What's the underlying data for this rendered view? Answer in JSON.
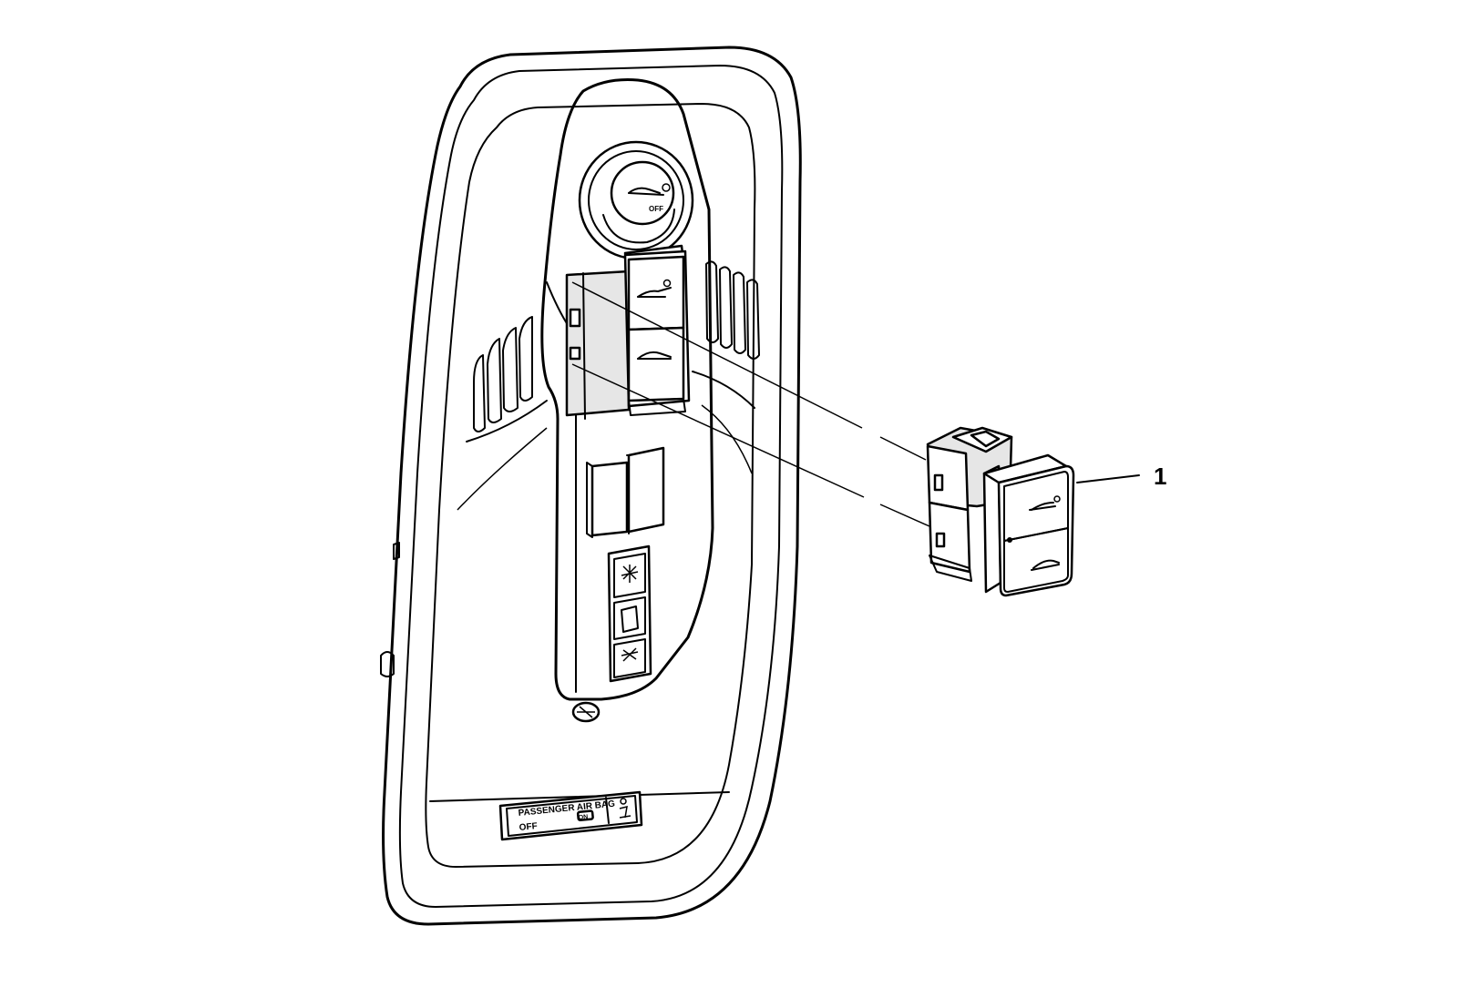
{
  "callouts": [
    {
      "id": "1",
      "label": "1"
    }
  ],
  "airbag_label": {
    "line1": "PASSENGER AIR BAG",
    "off": "OFF",
    "on": "ON"
  },
  "icons": {
    "knob": "trunk-release-knob-icon",
    "switch_upper": "trunk-open-icon",
    "switch_lower": "trunk-close-icon",
    "lamp_on": "dome-lamp-on-icon",
    "lamp_door": "door-lamp-icon",
    "lamp_off": "dome-lamp-off-icon"
  },
  "colors": {
    "line": "#000000",
    "background": "#ffffff"
  }
}
